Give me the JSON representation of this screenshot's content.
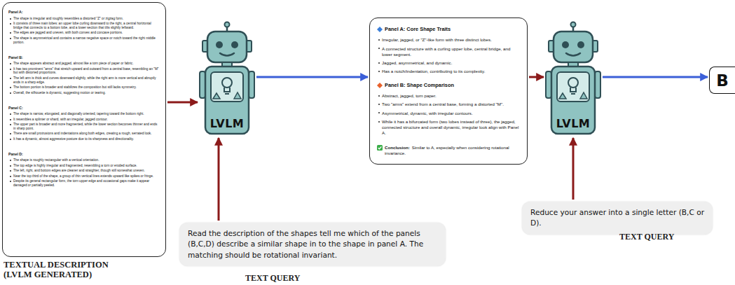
{
  "diagram": {
    "nodes": [
      {
        "text": [
          "Panel A:",
          "The shape is irregular and roughly resembles a distorted \"Z\" or zigzag form.",
          "It consists of three main lobes: an upper lobe curling downward to the right, a central horizontal bridge that connects to a bottom lobe, and a lower section that tilts slightly leftward.",
          "The edges are jagged and uneven, with both convex and concave portions.",
          "The shape is asymmetrical and contains a narrow negative space or notch toward the right middle portion.",
          "Panel B:",
          "The shape appears abstract and jagged, almost like a torn piece of paper or fabric.",
          "It has two prominent \"arms\" that stretch upward and outward from a central base, resembling an \"M\" but with distorted proportions.",
          "The left arm is thick and curves downward slightly, while the right arm is more vertical and abruptly ends in a sharp edge.",
          "The bottom portion is broader and stabilizes the composition but still lacks symmetry.",
          "Overall, the silhouette is dynamic, suggesting motion or tearing.",
          "Panel C:",
          "The shape is narrow, elongated, and diagonally oriented, tapering toward the bottom right.",
          "It resembles a splinter or shard, with an irregular, jagged contour.",
          "The upper part is broader and more fragmented, while the lower section becomes thinner and ends in sharp point.",
          "There are small protrusions and indentations along both edges, creating a rough, serrated look.",
          "It has a dynamic, almost aggressive posture due to its sharpness and directionality.",
          "Panel D:",
          "The shape is roughly rectangular with a vertical orientation.",
          "The top edge is highly irregular and fragmented, resembling a torn or eroded surface.",
          "The left, right, and bottom edges are cleaner and straighter, though still somewhat uneven.",
          "Near the top third of the shape, a group of thin vertical lines extends upward like spikes or fringe.",
          "Despite its general rectangular form, the torn upper edge and occasional gaps make it appear damaged or partially peeled."
        ]
      },
      {
        "text": [
          "LVLM"
        ]
      },
      {
        "text": [
          "Read the description of the shapes tell me which of the panels (B,C,D) describe a similar shape in to the shape in panel A. The matching should be rotational invariant."
        ]
      },
      {
        "text": [
          "Panel A: Core Shape Traits",
          "Irregular, jagged, or \"Z\"-like form with three distinct lobes.",
          "A connected structure with a curling upper lobe, central bridge, and lower segment.",
          "Jagged, asymmetrical, and dynamic.",
          "Has a notch/indentation, contributing to its complexity.",
          "Panel B: Shape Comparison",
          "Abstract, jagged, torn paper.",
          "Two \"arms\" extend from a central base, forming a distorted \"M\".",
          "Asymmetrical, dynamic, with irregular contours.",
          "While it has a bifurcated form (two lobes instead of three), the jagged, connected structure and overall dynamic, irregular look align with Panel A.",
          "Conclusion:",
          "Similar to A, especially when considering rotational invariance."
        ]
      },
      {
        "text": [
          "LVLM"
        ]
      },
      {
        "text": [
          "Reduce your answer into a single letter (B,C or D)."
        ]
      },
      {
        "text": [
          "B"
        ]
      }
    ],
    "edges": [
      {
        "from": 0,
        "to": 1,
        "arrow": "to"
      },
      {
        "from": 1,
        "to": 3,
        "arrow": "to"
      },
      {
        "from": 3,
        "to": 4,
        "arrow": "to"
      },
      {
        "from": 4,
        "to": 6,
        "arrow": "to"
      },
      {
        "from": 2,
        "to": 1,
        "arrow": "to"
      },
      {
        "from": 5,
        "to": 4,
        "arrow": "to"
      }
    ],
    "labels": [
      "TEXTUAL DESCRIPTION (LVLM GENERATED)",
      "TEXT QUERY",
      "TEXT QUERY"
    ]
  }
}
